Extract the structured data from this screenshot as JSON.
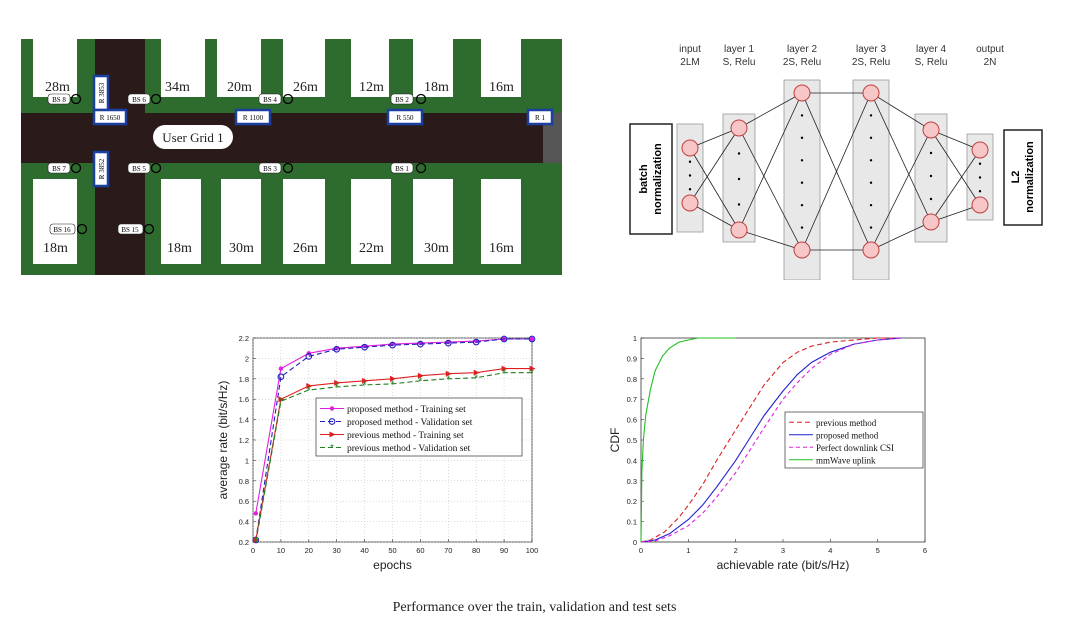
{
  "map": {
    "top_widths": [
      "28m",
      "34m",
      "20m",
      "26m",
      "12m",
      "18m",
      "16m"
    ],
    "bottom_widths": [
      "18m",
      "18m",
      "30m",
      "26m",
      "22m",
      "30m",
      "16m"
    ],
    "user_grid": "User Grid 1",
    "base_stations": [
      "BS 8",
      "BS 6",
      "BS 4",
      "BS 2",
      "BS 7",
      "BS 5",
      "BS 3",
      "BS 1",
      "BS 16",
      "BS 15"
    ],
    "rows": [
      "R 3853",
      "R 1650",
      "R 1100",
      "R 550",
      "R 1",
      "R 3852"
    ],
    "colors": {
      "grass": "#2e6b2e",
      "road": "#2a1a1a",
      "block": "#ffffff"
    }
  },
  "network": {
    "layers": [
      {
        "name": "input",
        "size": "2LM"
      },
      {
        "name": "layer 1",
        "size": "S, Relu"
      },
      {
        "name": "layer 2",
        "size": "2S, Relu"
      },
      {
        "name": "layer 3",
        "size": "2S, Relu"
      },
      {
        "name": "layer 4",
        "size": "S, Relu"
      },
      {
        "name": "output",
        "size": "2N"
      }
    ],
    "left_box": [
      "batch",
      "normalization"
    ],
    "right_box": [
      "L2",
      "normalization"
    ],
    "colors": {
      "neuron": "#f7c6c6",
      "neuron_stroke": "#c04040",
      "layer_box": "#e8e8e8"
    }
  },
  "chart_data": [
    {
      "type": "line",
      "xlabel": "epochs",
      "ylabel": "average rate (bit/s/Hz)",
      "xlim": [
        0,
        100
      ],
      "ylim": [
        0.2,
        2.2
      ],
      "xticks": [
        "0",
        "10",
        "20",
        "30",
        "40",
        "50",
        "60",
        "70",
        "80",
        "90",
        "100"
      ],
      "yticks": [
        "0.2",
        "0.4",
        "0.6",
        "0.8",
        "1",
        "1.2",
        "1.4",
        "1.6",
        "1.8",
        "2",
        "2.2"
      ],
      "grid": true,
      "x": [
        1,
        10,
        20,
        30,
        40,
        50,
        60,
        70,
        80,
        90,
        100
      ],
      "series": [
        {
          "name": "proposed method  - Training set",
          "color": "#e020e0",
          "dash": "",
          "marker": "dot",
          "values": [
            0.48,
            1.9,
            2.05,
            2.1,
            2.12,
            2.14,
            2.15,
            2.16,
            2.17,
            2.19,
            2.19
          ]
        },
        {
          "name": "proposed method  - Validation set",
          "color": "#2020c0",
          "dash": "5,3",
          "marker": "circle",
          "values": [
            0.22,
            1.82,
            2.02,
            2.09,
            2.11,
            2.13,
            2.14,
            2.15,
            2.16,
            2.19,
            2.19
          ]
        },
        {
          "name": "previous method   - Training set",
          "color": "#e02020",
          "dash": "",
          "marker": "triangle",
          "values": [
            0.22,
            1.6,
            1.73,
            1.76,
            1.78,
            1.8,
            1.83,
            1.85,
            1.86,
            1.9,
            1.9
          ]
        },
        {
          "name": "previous method   - Validation set",
          "color": "#208020",
          "dash": "5,3",
          "marker": "star",
          "values": [
            0.2,
            1.58,
            1.69,
            1.72,
            1.74,
            1.75,
            1.78,
            1.8,
            1.81,
            1.86,
            1.86
          ]
        }
      ],
      "legend": "center-right"
    },
    {
      "type": "line",
      "xlabel": "achievable rate (bit/s/Hz)",
      "ylabel": "CDF",
      "xlim": [
        0,
        6
      ],
      "ylim": [
        0,
        1
      ],
      "xticks": [
        "0",
        "1",
        "2",
        "3",
        "4",
        "5",
        "6"
      ],
      "yticks": [
        "0",
        "0.1",
        "0.2",
        "0.3",
        "0.4",
        "0.5",
        "0.6",
        "0.7",
        "0.8",
        "0.9",
        "1"
      ],
      "grid": false,
      "series": [
        {
          "name": "previous method",
          "color": "#e02020",
          "dash": "5,3",
          "x": [
            0,
            0.2,
            0.5,
            0.8,
            1.0,
            1.3,
            1.6,
            2.0,
            2.3,
            2.6,
            3.0,
            3.3,
            3.6,
            4.0,
            4.5,
            5.0,
            5.5
          ],
          "values": [
            0,
            0.01,
            0.05,
            0.12,
            0.18,
            0.28,
            0.4,
            0.55,
            0.66,
            0.77,
            0.88,
            0.93,
            0.96,
            0.98,
            0.99,
            1.0,
            1.0
          ]
        },
        {
          "name": "proposed method",
          "color": "#2020d0",
          "dash": "",
          "x": [
            0,
            0.3,
            0.6,
            1.0,
            1.3,
            1.6,
            2.0,
            2.3,
            2.6,
            3.0,
            3.3,
            3.6,
            4.0,
            4.5,
            5.0,
            5.5
          ],
          "values": [
            0,
            0.01,
            0.04,
            0.11,
            0.18,
            0.27,
            0.4,
            0.51,
            0.62,
            0.74,
            0.82,
            0.88,
            0.93,
            0.97,
            0.99,
            1.0
          ]
        },
        {
          "name": "Perfect downlink CSI",
          "color": "#e020e0",
          "dash": "4,3",
          "x": [
            0,
            0.3,
            0.6,
            1.0,
            1.3,
            1.6,
            2.0,
            2.3,
            2.6,
            3.0,
            3.3,
            3.6,
            4.0,
            4.5,
            5.0,
            5.5
          ],
          "values": [
            0,
            0.005,
            0.03,
            0.08,
            0.14,
            0.22,
            0.34,
            0.45,
            0.56,
            0.7,
            0.78,
            0.85,
            0.92,
            0.97,
            0.99,
            1.0
          ]
        },
        {
          "name": "mmWave uplink",
          "color": "#20c020",
          "dash": "",
          "x": [
            0,
            0.02,
            0.05,
            0.1,
            0.2,
            0.3,
            0.45,
            0.6,
            0.8,
            1.0,
            1.2,
            1.5,
            2.0
          ],
          "values": [
            0,
            0.35,
            0.5,
            0.62,
            0.75,
            0.84,
            0.91,
            0.95,
            0.98,
            0.99,
            1.0,
            1.0,
            1.0
          ]
        }
      ],
      "legend": "center-right"
    }
  ],
  "caption": "Performance over the train, validation and test sets"
}
